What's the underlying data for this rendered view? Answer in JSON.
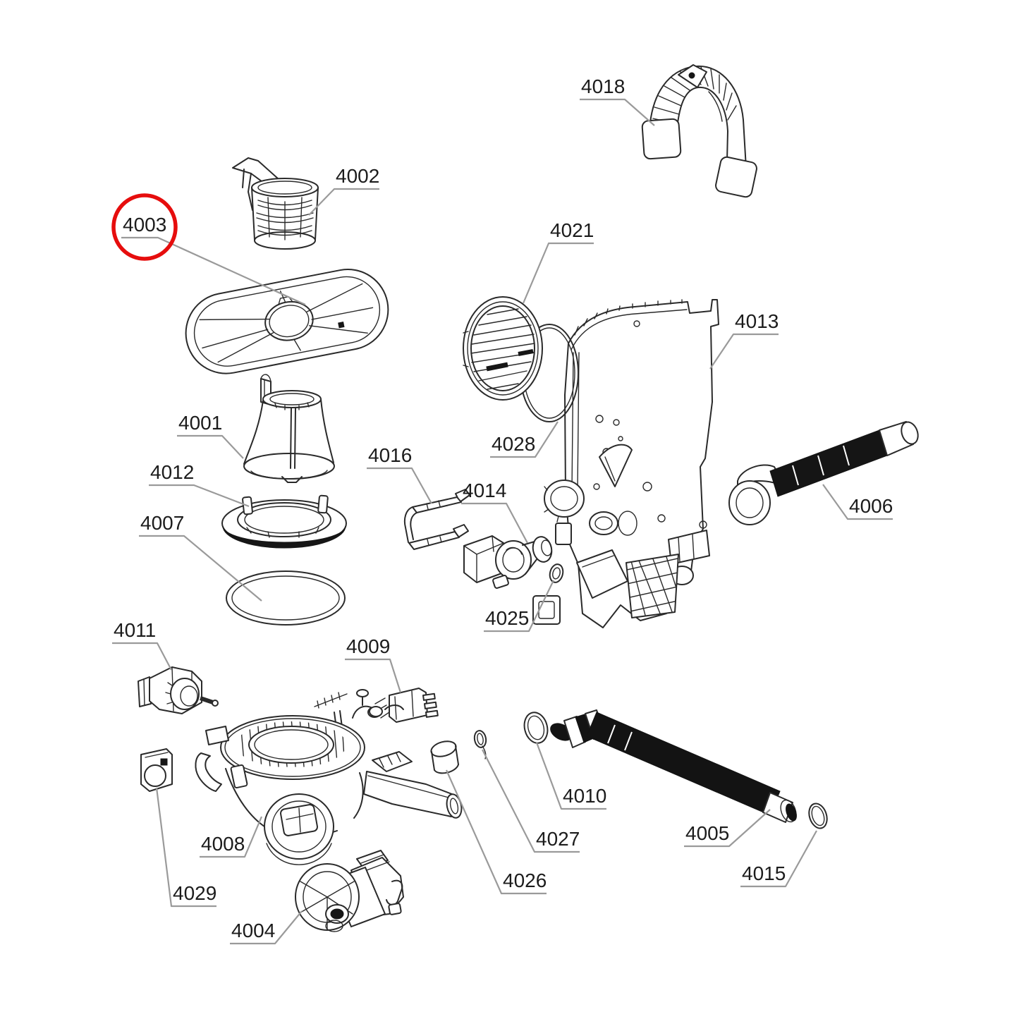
{
  "diagram": {
    "type": "exploded-parts-diagram",
    "subject": "dishwasher sump, filter and hose assembly",
    "background_color": "#ffffff",
    "part_line_color": "#2a2a2a",
    "callout_line_color": "#9a9a9a",
    "label_color": "#1c1c1c",
    "highlight": {
      "part": "4003",
      "color": "#e60d0d",
      "shape": "ellipse-outline"
    },
    "labels": {
      "4001": "4001",
      "4002": "4002",
      "4003": "4003",
      "4004": "4004",
      "4005": "4005",
      "4006": "4006",
      "4007": "4007",
      "4008": "4008",
      "4009": "4009",
      "4010": "4010",
      "4011": "4011",
      "4012": "4012",
      "4013": "4013",
      "4014": "4014",
      "4015": "4015",
      "4016": "4016",
      "4018": "4018",
      "4021": "4021",
      "4025": "4025",
      "4026": "4026",
      "4027": "4027",
      "4028": "4028",
      "4029": "4029"
    }
  }
}
